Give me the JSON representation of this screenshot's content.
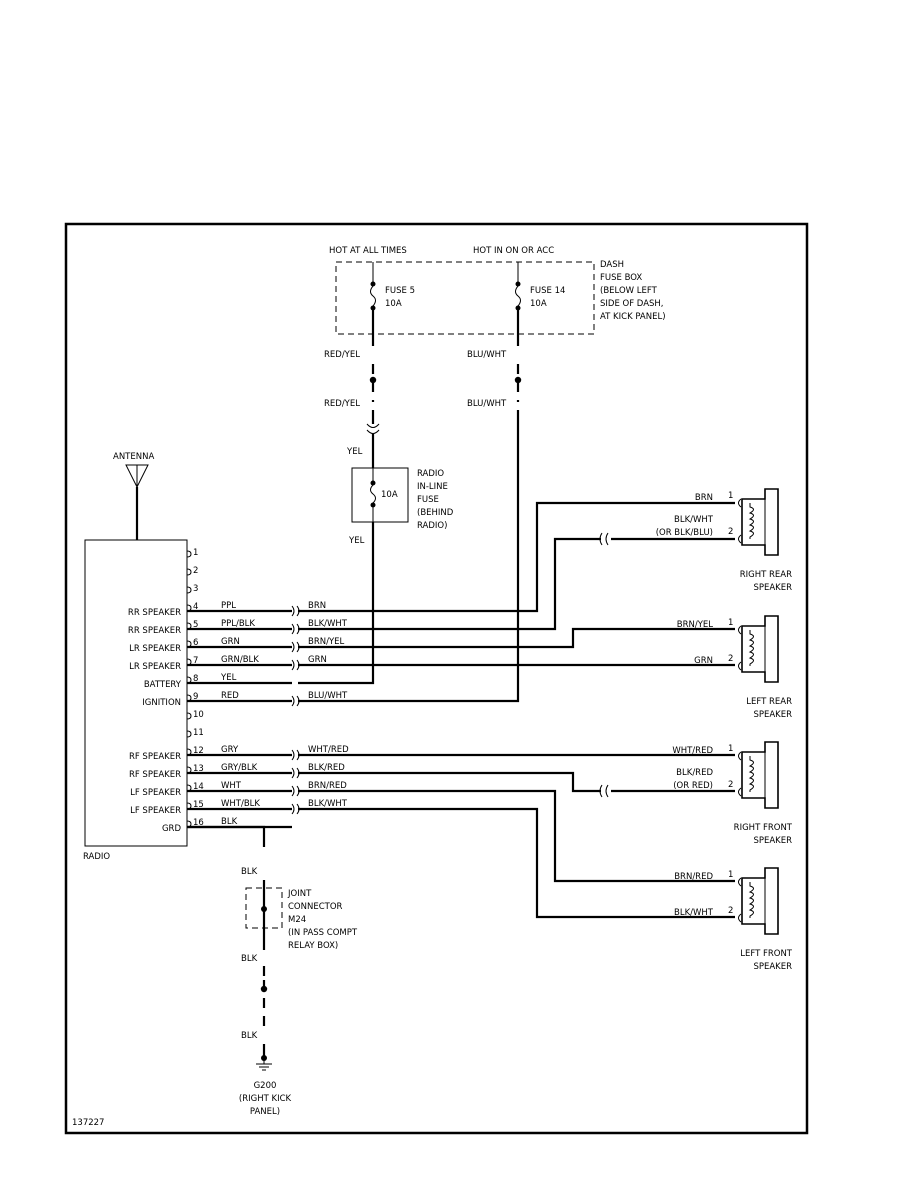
{
  "fusebox": {
    "hot_all": "HOT AT ALL TIMES",
    "hot_on": "HOT IN ON OR ACC",
    "label_lines": [
      "DASH",
      "FUSE BOX",
      "(BELOW LEFT",
      "SIDE OF DASH,",
      "AT KICK PANEL)"
    ],
    "fuse5_name": "FUSE 5",
    "fuse5_amps": "10A",
    "fuse14_name": "FUSE 14",
    "fuse14_amps": "10A"
  },
  "feed_wires": {
    "red_yel_1": "RED/YEL",
    "red_yel_2": "RED/YEL",
    "blu_wht_1": "BLU/WHT",
    "blu_wht_2": "BLU/WHT",
    "yel_1": "YEL",
    "yel_2": "YEL"
  },
  "inline_fuse": {
    "amps": "10A",
    "label_lines": [
      "RADIO",
      "IN-LINE",
      "FUSE",
      "(BEHIND",
      "RADIO)"
    ]
  },
  "antenna": {
    "label": "ANTENNA"
  },
  "radio": {
    "label": "RADIO",
    "pins": [
      {
        "num": "1",
        "name": "",
        "left_wire": "",
        "right_wire": ""
      },
      {
        "num": "2",
        "name": "",
        "left_wire": "",
        "right_wire": ""
      },
      {
        "num": "3",
        "name": "",
        "left_wire": "",
        "right_wire": ""
      },
      {
        "num": "4",
        "name": "RR SPEAKER",
        "left_wire": "PPL",
        "right_wire": "BRN"
      },
      {
        "num": "5",
        "name": "RR SPEAKER",
        "left_wire": "PPL/BLK",
        "right_wire": "BLK/WHT"
      },
      {
        "num": "6",
        "name": "LR SPEAKER",
        "left_wire": "GRN",
        "right_wire": "BRN/YEL"
      },
      {
        "num": "7",
        "name": "LR SPEAKER",
        "left_wire": "GRN/BLK",
        "right_wire": "GRN"
      },
      {
        "num": "8",
        "name": "BATTERY",
        "left_wire": "YEL",
        "right_wire": ""
      },
      {
        "num": "9",
        "name": "IGNITION",
        "left_wire": "RED",
        "right_wire": "BLU/WHT"
      },
      {
        "num": "10",
        "name": "",
        "left_wire": "",
        "right_wire": ""
      },
      {
        "num": "11",
        "name": "",
        "left_wire": "",
        "right_wire": ""
      },
      {
        "num": "12",
        "name": "RF SPEAKER",
        "left_wire": "GRY",
        "right_wire": "WHT/RED"
      },
      {
        "num": "13",
        "name": "RF SPEAKER",
        "left_wire": "GRY/BLK",
        "right_wire": "BLK/RED"
      },
      {
        "num": "14",
        "name": "LF SPEAKER",
        "left_wire": "WHT",
        "right_wire": "BRN/RED"
      },
      {
        "num": "15",
        "name": "LF SPEAKER",
        "left_wire": "WHT/BLK",
        "right_wire": "BLK/WHT"
      },
      {
        "num": "16",
        "name": "GRD",
        "left_wire": "BLK",
        "right_wire": ""
      }
    ]
  },
  "speakers": [
    {
      "key": "rr",
      "name_lines": [
        "RIGHT REAR",
        "SPEAKER"
      ],
      "pin1": "1",
      "pin2": "2",
      "wire1": "BRN",
      "wire2_lines": [
        "BLK/WHT",
        "(OR BLK/BLU)"
      ]
    },
    {
      "key": "lr",
      "name_lines": [
        "LEFT REAR",
        "SPEAKER"
      ],
      "pin1": "1",
      "pin2": "2",
      "wire1": "BRN/YEL",
      "wire2_lines": [
        "GRN"
      ]
    },
    {
      "key": "rf",
      "name_lines": [
        "RIGHT FRONT",
        "SPEAKER"
      ],
      "pin1": "1",
      "pin2": "2",
      "wire1": "WHT/RED",
      "wire2_lines": [
        "BLK/RED",
        "(OR RED)"
      ]
    },
    {
      "key": "lf",
      "name_lines": [
        "LEFT FRONT",
        "SPEAKER"
      ],
      "pin1": "1",
      "pin2": "2",
      "wire1": "BRN/RED",
      "wire2_lines": [
        "BLK/WHT"
      ]
    }
  ],
  "ground": {
    "wire_1": "BLK",
    "wire_2": "BLK",
    "wire_3": "BLK",
    "joint_lines": [
      "JOINT",
      "CONNECTOR",
      "M24",
      "(IN PASS COMPT",
      "RELAY BOX)"
    ],
    "ground_lines": [
      "G200",
      "(RIGHT KICK",
      "PANEL)"
    ]
  },
  "figure_id": "137227"
}
